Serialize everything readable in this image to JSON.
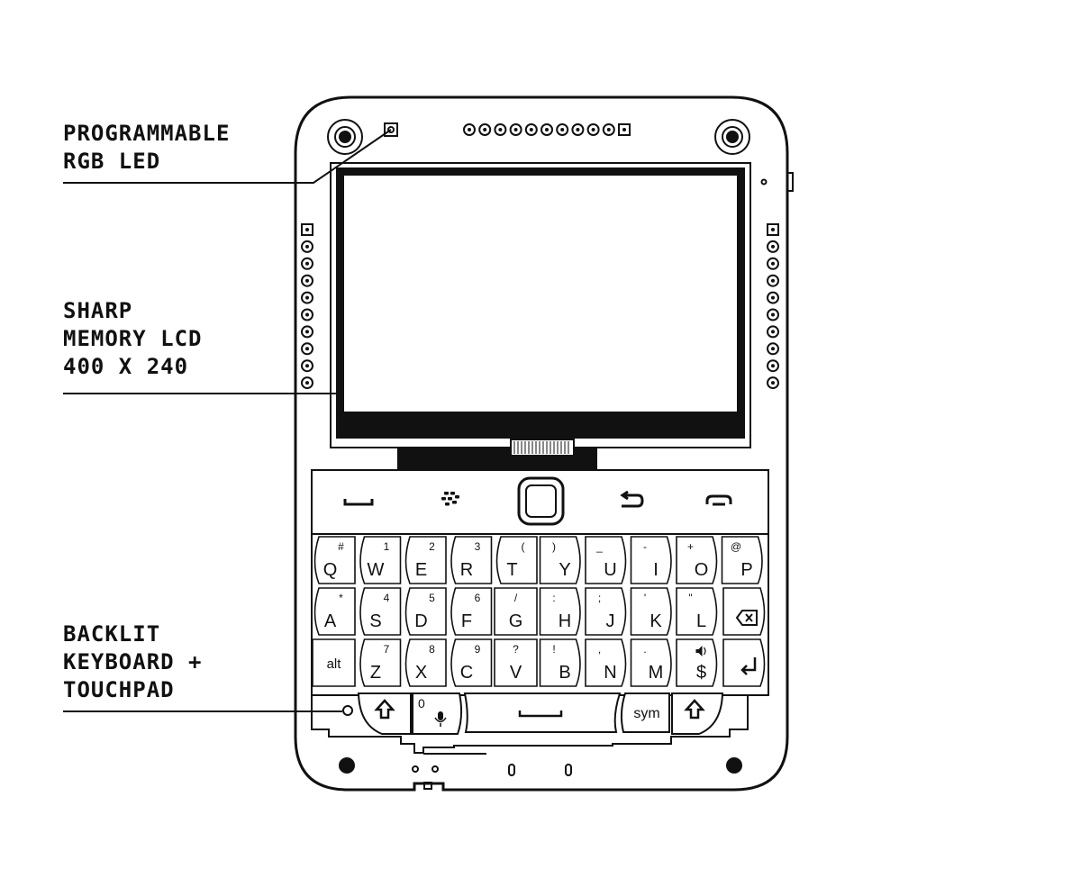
{
  "callouts": {
    "led": {
      "lines": [
        "PROGRAMMABLE",
        "RGB LED"
      ]
    },
    "lcd": {
      "lines": [
        "SHARP",
        "MEMORY LCD",
        "400 X 240"
      ]
    },
    "keyboard": {
      "lines": [
        "BACKLIT",
        "KEYBOARD +",
        "TOUCHPAD"
      ]
    }
  },
  "keyboard": {
    "row1": [
      {
        "main": "Q",
        "alt": "#"
      },
      {
        "main": "W",
        "alt": "1"
      },
      {
        "main": "E",
        "alt": "2"
      },
      {
        "main": "R",
        "alt": "3"
      },
      {
        "main": "T",
        "alt": "("
      },
      {
        "main": "Y",
        "alt": ")"
      },
      {
        "main": "U",
        "alt": "_"
      },
      {
        "main": "I",
        "alt": "-"
      },
      {
        "main": "O",
        "alt": "+"
      },
      {
        "main": "P",
        "alt": "@"
      }
    ],
    "row2": [
      {
        "main": "A",
        "alt": "*"
      },
      {
        "main": "S",
        "alt": "4"
      },
      {
        "main": "D",
        "alt": "5"
      },
      {
        "main": "F",
        "alt": "6"
      },
      {
        "main": "G",
        "alt": "/"
      },
      {
        "main": "H",
        "alt": ":"
      },
      {
        "main": "J",
        "alt": ";"
      },
      {
        "main": "K",
        "alt": "'"
      },
      {
        "main": "L",
        "alt": "\""
      }
    ],
    "row3": [
      {
        "main": "alt",
        "alt": ""
      },
      {
        "main": "Z",
        "alt": "7"
      },
      {
        "main": "X",
        "alt": "8"
      },
      {
        "main": "C",
        "alt": "9"
      },
      {
        "main": "V",
        "alt": "?"
      },
      {
        "main": "B",
        "alt": "!"
      },
      {
        "main": "N",
        "alt": ","
      },
      {
        "main": "M",
        "alt": "."
      },
      {
        "main": "$",
        "alt": ""
      }
    ],
    "zero_label": "0",
    "sym_label": "sym"
  }
}
